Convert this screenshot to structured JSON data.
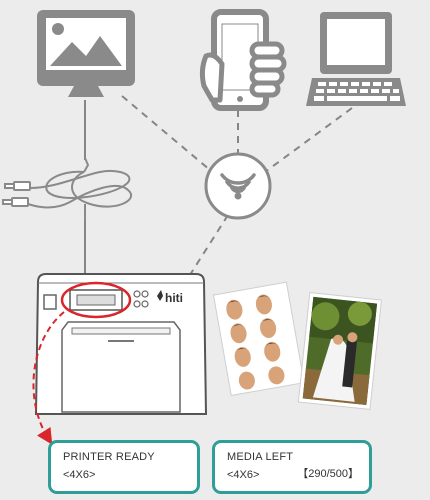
{
  "colors": {
    "background": "#ececec",
    "icon_gray": "#8a8a8a",
    "line_gray": "#858585",
    "highlight_red": "#d9262b",
    "box_border": "#2f9d98"
  },
  "icons": [
    "monitor-icon",
    "smartphone-icon",
    "laptop-icon",
    "usb-cable-icon",
    "wireless-icon",
    "printer-icon",
    "photo-prints-icon"
  ],
  "printer": {
    "brand": "hiti"
  },
  "status_ready": {
    "line1": "PRINTER READY",
    "line2": "<4X6>"
  },
  "status_media": {
    "line1": "MEDIA LEFT",
    "line2": "<4X6>",
    "count": "【290/500】"
  }
}
